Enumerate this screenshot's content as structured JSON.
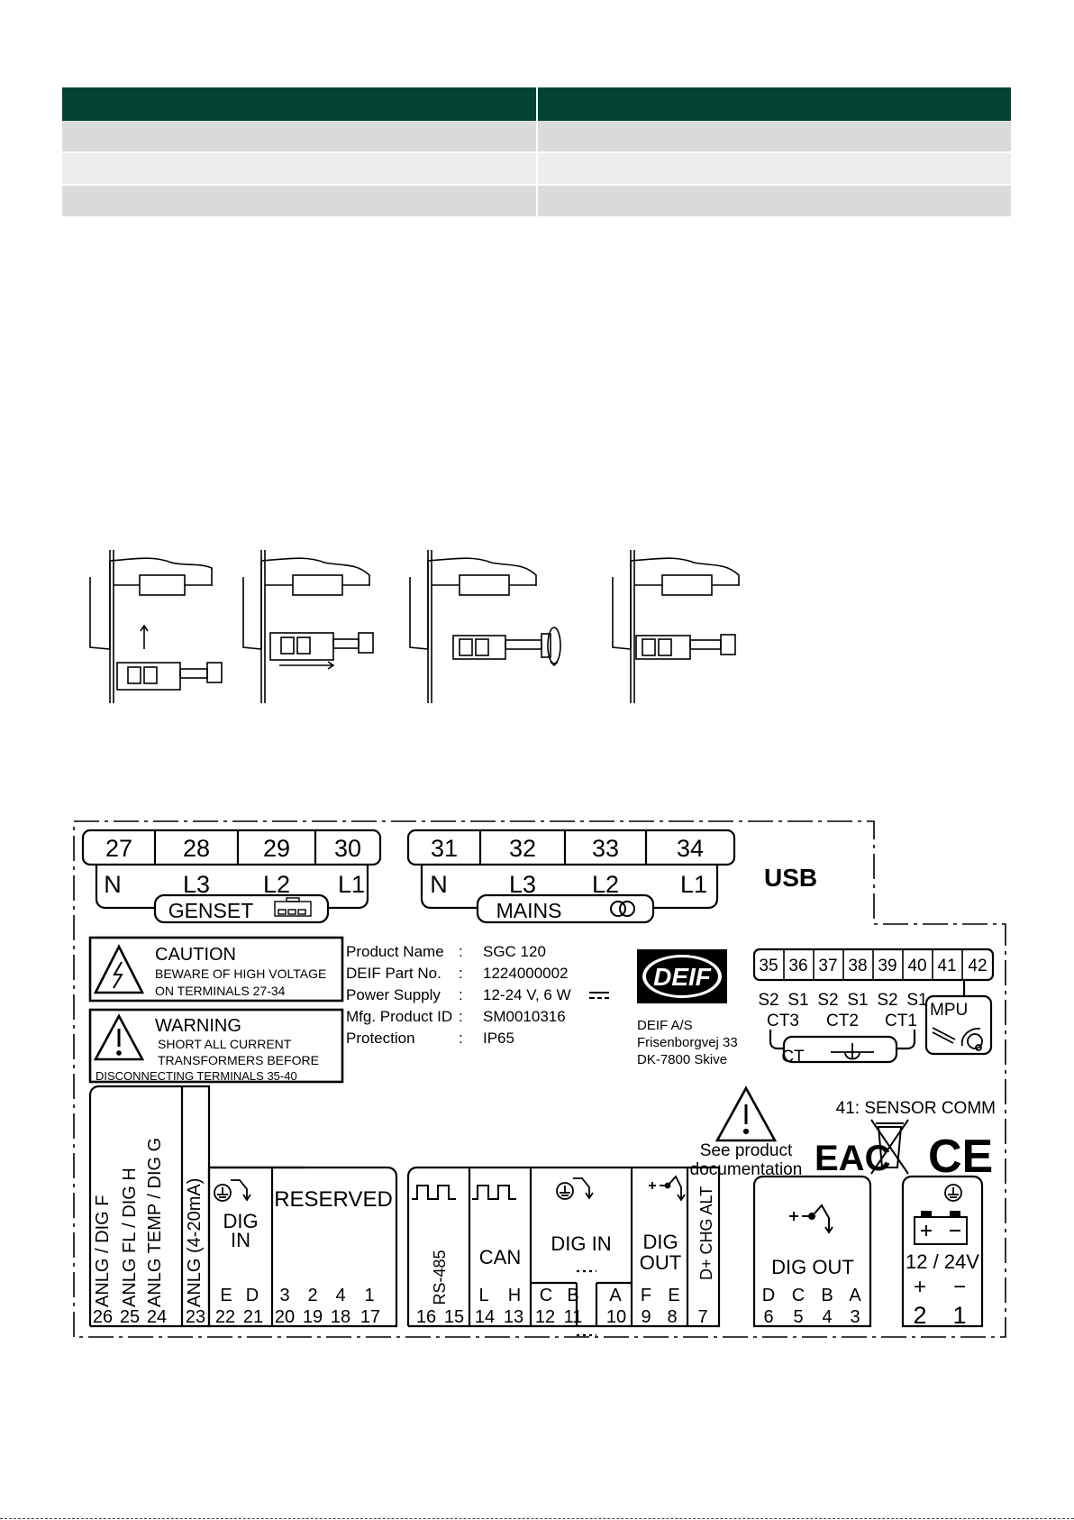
{
  "label": {
    "genset_terminals": [
      {
        "num": "27",
        "sig": "N"
      },
      {
        "num": "28",
        "sig": "L3"
      },
      {
        "num": "29",
        "sig": "L2"
      },
      {
        "num": "30",
        "sig": "L1"
      }
    ],
    "genset_title": "GENSET",
    "mains_terminals": [
      {
        "num": "31",
        "sig": "N"
      },
      {
        "num": "32",
        "sig": "L3"
      },
      {
        "num": "33",
        "sig": "L2"
      },
      {
        "num": "34",
        "sig": "L1"
      }
    ],
    "mains_title": "MAINS",
    "usb": "USB",
    "caution": {
      "title": "CAUTION",
      "line1": "BEWARE OF HIGH VOLTAGE",
      "line2": "ON TERMINALS 27-34"
    },
    "warning": {
      "title": "WARNING",
      "line1": "SHORT ALL CURRENT",
      "line2": "TRANSFORMERS   BEFORE",
      "line3": "DISCONNECTING TERMINALS 35-40"
    },
    "product_info": [
      {
        "key": "Product Name",
        "sep": ":",
        "value": "SGC 120"
      },
      {
        "key": "DEIF Part No.",
        "sep": ":",
        "value": "1224000002"
      },
      {
        "key": "Power Supply",
        "sep": ":",
        "value": "12-24 V, 6 W"
      },
      {
        "key": "Mfg. Product ID",
        "sep": ":",
        "value": "SM0010316"
      },
      {
        "key": "Protection",
        "sep": ":",
        "value": "IP65"
      }
    ],
    "brand": "DEIF",
    "address": [
      "DEIF A/S",
      "Frisenborgvej 33",
      "DK-7800 Skive"
    ],
    "ct_terminals": [
      "35",
      "36",
      "37",
      "38",
      "39",
      "40",
      "41",
      "42"
    ],
    "ct_signals": [
      "S2",
      "S1",
      "S2",
      "S1",
      "S2",
      "S1"
    ],
    "ct_groups": [
      "CT3",
      "CT2",
      "CT1"
    ],
    "ct_title": "CT",
    "mpu": "MPU",
    "sensor_comm": "41: SENSOR COMM",
    "see_doc": [
      "See product",
      "documentation"
    ],
    "cert_eac": "EAC",
    "cert_ce": "CE",
    "analog_labels": [
      "ANLG / DIG F",
      "ANLG FL / DIG H",
      "ANLG TEMP / DIG G",
      "ANLG (4-20mA)"
    ],
    "analog_nums": [
      "26",
      "25",
      "24",
      "23"
    ],
    "dig_in_left": {
      "title1": "DIG",
      "title2": "IN",
      "letters": [
        "E",
        "D"
      ],
      "nums": [
        "22",
        "21"
      ]
    },
    "reserved": {
      "title": "RESERVED",
      "letters": [
        "3",
        "2",
        "4",
        "1"
      ],
      "nums": [
        "20",
        "19",
        "18",
        "17"
      ]
    },
    "rs485": {
      "title": "RS-485",
      "nums": [
        "16",
        "15"
      ]
    },
    "can": {
      "title": "CAN",
      "letters": [
        "L",
        "H"
      ],
      "nums": [
        "14",
        "13"
      ]
    },
    "dig_in_mid": {
      "title": "DIG IN",
      "letters": [
        "C",
        "B",
        "A"
      ],
      "nums": [
        "12",
        "11",
        "10"
      ]
    },
    "dig_out_mid": {
      "title1": "DIG",
      "title2": "OUT",
      "letters": [
        "F",
        "E"
      ],
      "nums": [
        "9",
        "8"
      ]
    },
    "chg_alt": {
      "title": "D+ CHG ALT",
      "num": "7"
    },
    "dig_out_right": {
      "title": "DIG OUT",
      "letters": [
        "D",
        "C",
        "B",
        "A"
      ],
      "nums": [
        "6",
        "5",
        "4",
        "3"
      ]
    },
    "supply": {
      "title": "12 / 24V",
      "letters": [
        "+",
        "−"
      ],
      "nums": [
        "2",
        "1"
      ]
    }
  }
}
